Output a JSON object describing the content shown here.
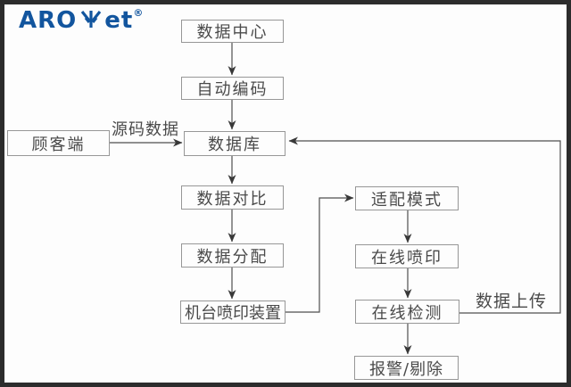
{
  "logo": {
    "text_left": "ARO",
    "text_right": "et",
    "registered": "®",
    "icon": "leaf-icon",
    "brand_color": "#12559e"
  },
  "flowchart": {
    "nodes": {
      "data_center": "数据中心",
      "auto_encode": "自动编码",
      "database": "数据库",
      "customer": "顾客端",
      "data_compare": "数据对比",
      "data_distribute": "数据分配",
      "machine_print": "机台喷印装置",
      "adapt_mode": "适配模式",
      "online_print": "在线喷印",
      "online_detect": "在线检测",
      "alarm_reject": "报警/剔除"
    },
    "edge_labels": {
      "source_data": "源码数据",
      "data_upload": "数据上传"
    },
    "colors": {
      "background": "#fdfdfd",
      "frame": "#2c2c2c",
      "box_border": "#979797",
      "line": "#4f4f4f",
      "text": "#4a4a4a"
    }
  }
}
